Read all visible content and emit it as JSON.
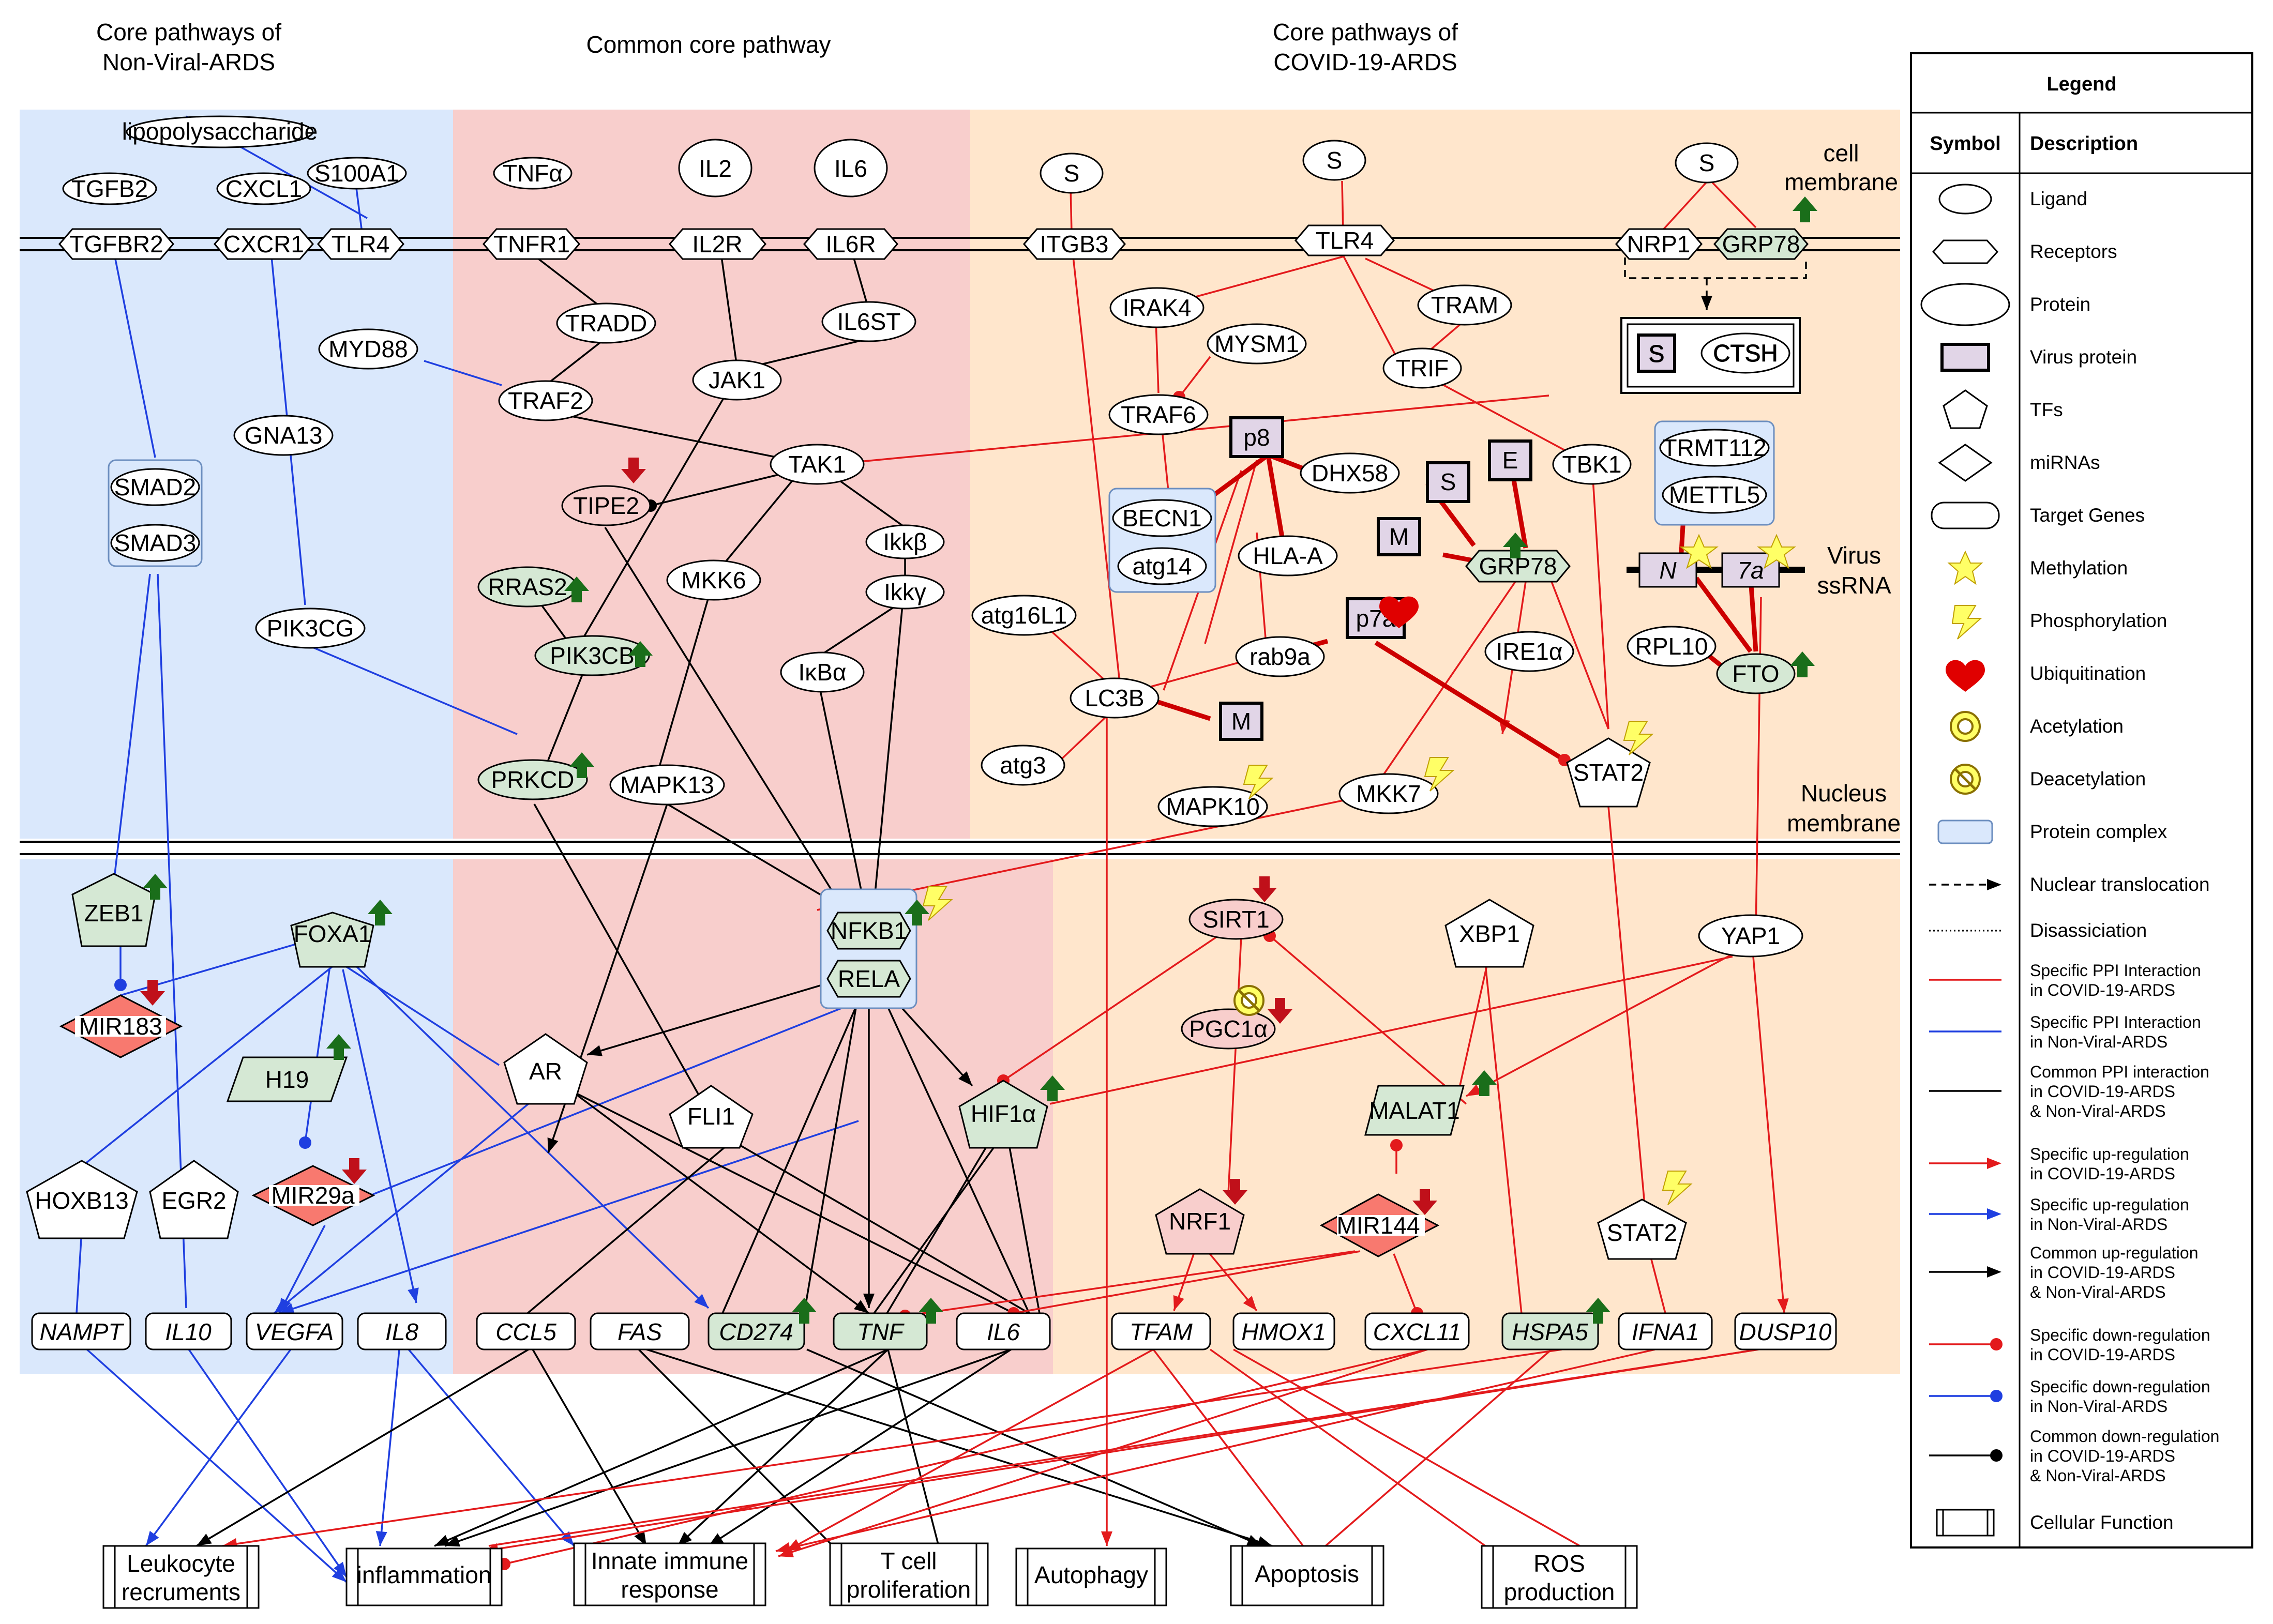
{
  "headers": {
    "non_viral": [
      "Core pathways of",
      "Non-Viral-ARDS"
    ],
    "common": "Common core pathway",
    "covid": [
      "Core pathways of",
      "COVID-19-ARDS"
    ]
  },
  "region_labels": {
    "cell_membrane": [
      "cell",
      "membrane"
    ],
    "nucleus_membrane": [
      "Nucleus",
      "membrane"
    ],
    "virus_ssrna": [
      "Virus",
      "ssRNA"
    ]
  },
  "colors": {
    "non_viral_bg": "#dae8fc",
    "common_bg": "#f8cecc",
    "covid_bg": "#ffe6cc",
    "up_regulated_fill": "#d5e8d4",
    "down_regulated_fill": "#f8cecc",
    "covid_edge": "#e31a1c",
    "non_viral_edge": "#1f3fe0",
    "common_edge": "#000000",
    "up_arrow": "#1a6e1a",
    "down_arrow": "#c0101a"
  },
  "nodes": {
    "lipopolysaccharide": "lipopolysaccharide",
    "tgfb2": "TGFB2",
    "cxcl1": "CXCL1",
    "s100a1": "S100A1",
    "tnfa": "TNFα",
    "il2": "IL2",
    "il6_lig": "IL6",
    "s1": "S",
    "s2": "S",
    "s3": "S",
    "tgfbr2": "TGFBR2",
    "cxcr1": "CXCR1",
    "tlr4_nv": "TLR4",
    "tnfr1": "TNFR1",
    "il2r": "IL2R",
    "il6r": "IL6R",
    "itgb3": "ITGB3",
    "tlr4_c": "TLR4",
    "nrp1": "NRP1",
    "grp78_mem": "GRP78",
    "myd88": "MYD88",
    "tradd": "TRADD",
    "traf2": "TRAF2",
    "il6st": "IL6ST",
    "jak1": "JAK1",
    "irak4": "IRAK4",
    "mysm1": "MYSM1",
    "tram": "TRAM",
    "trif": "TRIF",
    "traf6": "TRAF6",
    "s_vp": "S",
    "ctsh": "CTSH",
    "gna13": "GNA13",
    "smad2": "SMAD2",
    "smad3": "SMAD3",
    "pik3cg": "PIK3CG",
    "tak1": "TAK1",
    "tipe2": "TIPE2",
    "rras2": "RRAS2",
    "pik3cb": "PIK3CB",
    "prkcd": "PRKCD",
    "mkk6": "MKK6",
    "ikkb": "Ikkβ",
    "ikkg": "Ikkγ",
    "ikba": "IκBα",
    "mapk13": "MAPK13",
    "p8": "p8",
    "dhx58": "DHX58",
    "becn1": "BECN1",
    "atg14": "atg14",
    "hla_a": "HLA-A",
    "s_vp2": "S",
    "e_vp": "E",
    "m_vp": "M",
    "grp78": "GRP78",
    "tbk1": "TBK1",
    "trmt112": "TRMT112",
    "mettl5": "METTL5",
    "n_vp": "N",
    "7a_vp": "7a",
    "atg16l1": "atg16L1",
    "lc3b": "LC3B",
    "rab9a": "rab9a",
    "p7a": "p7a",
    "ire1a": "IRE1α",
    "rpl10": "RPL10",
    "fto": "FTO",
    "m_vp2": "M",
    "atg3": "atg3",
    "mapk10": "MAPK10",
    "mkk7": "MKK7",
    "stat2_top": "STAT2",
    "zeb1": "ZEB1",
    "foxa1": "FOXA1",
    "mir183": "MIR183",
    "h19": "H19",
    "mir29a": "MIR29a",
    "hoxb13": "HOXB13",
    "egr2": "EGR2",
    "nfkb1": "NFKB1",
    "rela": "RELA",
    "ar": "AR",
    "fli1": "FLI1",
    "hif1a": "HIF1α",
    "sirt1": "SIRT1",
    "pgc1a": "PGC1α",
    "xbp1": "XBP1",
    "yap1": "YAP1",
    "malat1": "MALAT1",
    "nrf1": "NRF1",
    "mir144": "MIR144",
    "stat2_bot": "STAT2",
    "nampt": "NAMPT",
    "il10": "IL10",
    "vegfa": "VEGFA",
    "il8": "IL8",
    "ccl5": "CCL5",
    "fas": "FAS",
    "cd274": "CD274",
    "tnf": "TNF",
    "il6_gene": "IL6",
    "tfam": "TFAM",
    "hmox1": "HMOX1",
    "cxcl11": "CXCL11",
    "hspa5": "HSPA5",
    "ifna1": "IFNA1",
    "dusp10": "DUSP10"
  },
  "cell_functions": {
    "leukocyte": [
      "Leukocyte",
      "recruments"
    ],
    "inflammation": "inflammation",
    "innate": [
      "Innate immune",
      "response"
    ],
    "tcell": [
      "T cell",
      "proliferation"
    ],
    "autophagy": "Autophagy",
    "apoptosis": "Apoptosis",
    "ros": [
      "ROS",
      "production"
    ]
  },
  "legend": {
    "title": "Legend",
    "col_symbol": "Symbol",
    "col_description": "Description",
    "rows": [
      {
        "icon": "ligand-cloud",
        "text": [
          "Ligand"
        ]
      },
      {
        "icon": "receptor-hexagon",
        "text": [
          "Receptors"
        ]
      },
      {
        "icon": "protein-ellipse",
        "text": [
          "Protein"
        ]
      },
      {
        "icon": "virus-protein-box",
        "text": [
          "Virus protein"
        ]
      },
      {
        "icon": "tf-pentagon",
        "text": [
          "TFs"
        ]
      },
      {
        "icon": "mirna-diamond",
        "text": [
          "miRNAs"
        ]
      },
      {
        "icon": "target-gene-rounded",
        "text": [
          "Target Genes"
        ]
      },
      {
        "icon": "methylation-star",
        "text": [
          "Methylation"
        ]
      },
      {
        "icon": "phosphorylation-bolt",
        "text": [
          "Phosphorylation"
        ]
      },
      {
        "icon": "ubiquitination-heart",
        "text": [
          "Ubiquitination"
        ]
      },
      {
        "icon": "acetylation-ring",
        "text": [
          "Acetylation"
        ]
      },
      {
        "icon": "deacetylation-ring",
        "text": [
          "Deacetylation"
        ]
      },
      {
        "icon": "protein-complex-box",
        "text": [
          "Protein complex"
        ]
      },
      {
        "icon": "nuclear-translocation-arrow",
        "text": [
          "Nuclear translocation"
        ]
      },
      {
        "icon": "disassociation-dots",
        "text": [
          "Disassiciation"
        ]
      },
      {
        "icon": "covid-ppi-line",
        "text": [
          "Specific PPI Interaction",
          "in COVID-19-ARDS"
        ]
      },
      {
        "icon": "nonviral-ppi-line",
        "text": [
          "Specific PPI Interaction",
          "in Non-Viral-ARDS"
        ]
      },
      {
        "icon": "common-ppi-line",
        "text": [
          "Common PPI interaction",
          "in COVID-19-ARDS",
          "& Non-Viral-ARDS"
        ]
      },
      {
        "icon": "covid-up-arrow",
        "text": [
          "Specific up-regulation",
          "in COVID-19-ARDS"
        ]
      },
      {
        "icon": "nonviral-up-arrow",
        "text": [
          "Specific up-regulation",
          "in Non-Viral-ARDS"
        ]
      },
      {
        "icon": "common-up-arrow",
        "text": [
          "Common up-regulation",
          "in COVID-19-ARDS",
          "& Non-Viral-ARDS"
        ]
      },
      {
        "icon": "covid-down-dot",
        "text": [
          "Specific down-regulation",
          "in COVID-19-ARDS"
        ]
      },
      {
        "icon": "nonviral-down-dot",
        "text": [
          "Specific down-regulation",
          "in Non-Viral-ARDS"
        ]
      },
      {
        "icon": "common-down-dot",
        "text": [
          "Common down-regulation",
          "in COVID-19-ARDS",
          "& Non-Viral-ARDS"
        ]
      },
      {
        "icon": "cellular-function-box",
        "text": [
          "Cellular Function"
        ]
      }
    ]
  }
}
